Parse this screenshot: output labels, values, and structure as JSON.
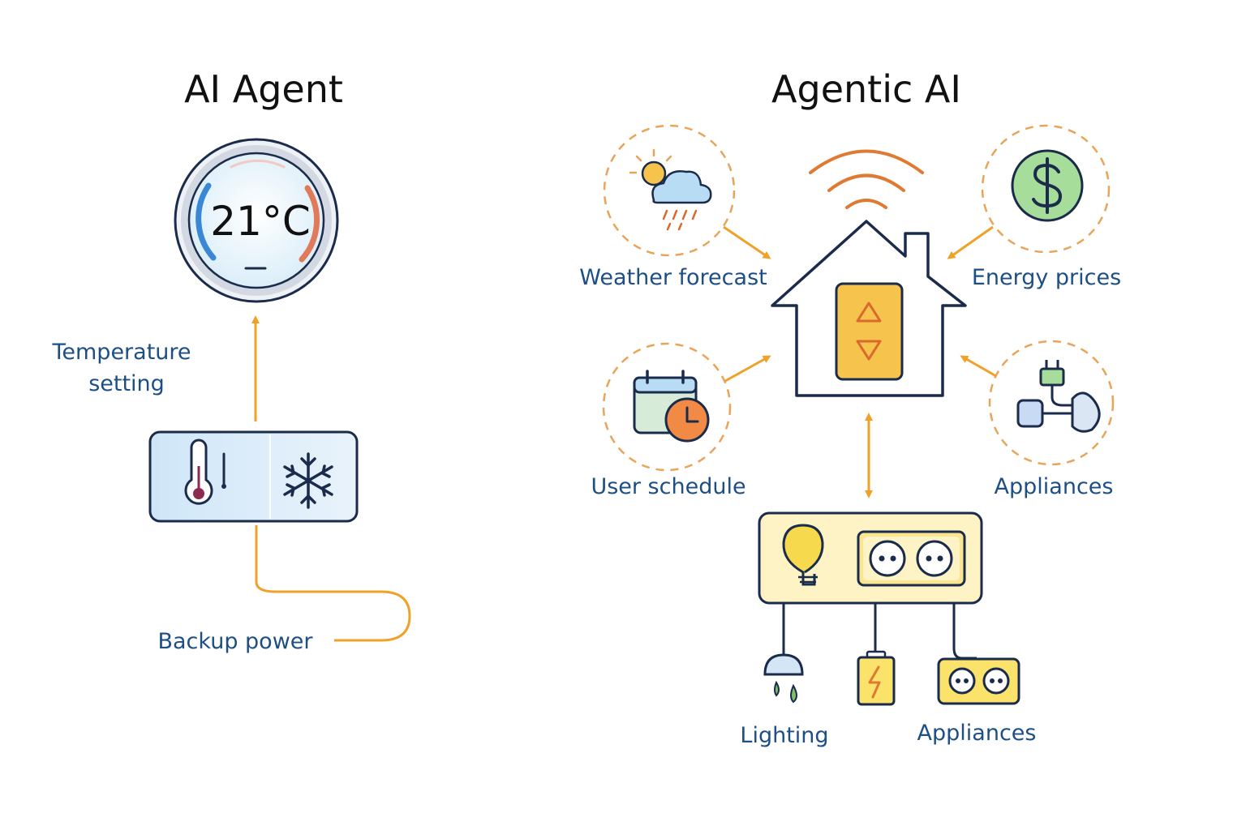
{
  "titles": {
    "left": "AI Agent",
    "right": "Agentic AI"
  },
  "left": {
    "thermostat_reading": "21°C",
    "label_temperature_line1": "Temperature",
    "label_temperature_line2": "setting",
    "label_backup": "Backup power"
  },
  "right": {
    "label_weather": "Weather forecast",
    "label_energy": "Energy prices",
    "label_schedule": "User schedule",
    "label_appliances_input": "Appliances",
    "label_lighting": "Lighting",
    "label_appliances_output": "Appliances"
  },
  "colors": {
    "navy": "#1b2b4b",
    "label_blue": "#1d4f86",
    "arrow_orange": "#f0a128",
    "dash_orange": "#e9a45a",
    "wifi_orange": "#e07a32",
    "panel_yellow": "#fdf3c4",
    "control_yellow": "#f6c34c",
    "panel_blue": "#d9ebf8",
    "money_green": "#a7dd9a"
  },
  "icons": [
    "thermometer-icon",
    "snowflake-icon",
    "weather-icon",
    "dollar-icon",
    "calendar-clock-icon",
    "plug-icon",
    "wifi-icon",
    "house-icon",
    "bulb-icon",
    "outlet-icon",
    "lamp-icon",
    "battery-icon"
  ]
}
